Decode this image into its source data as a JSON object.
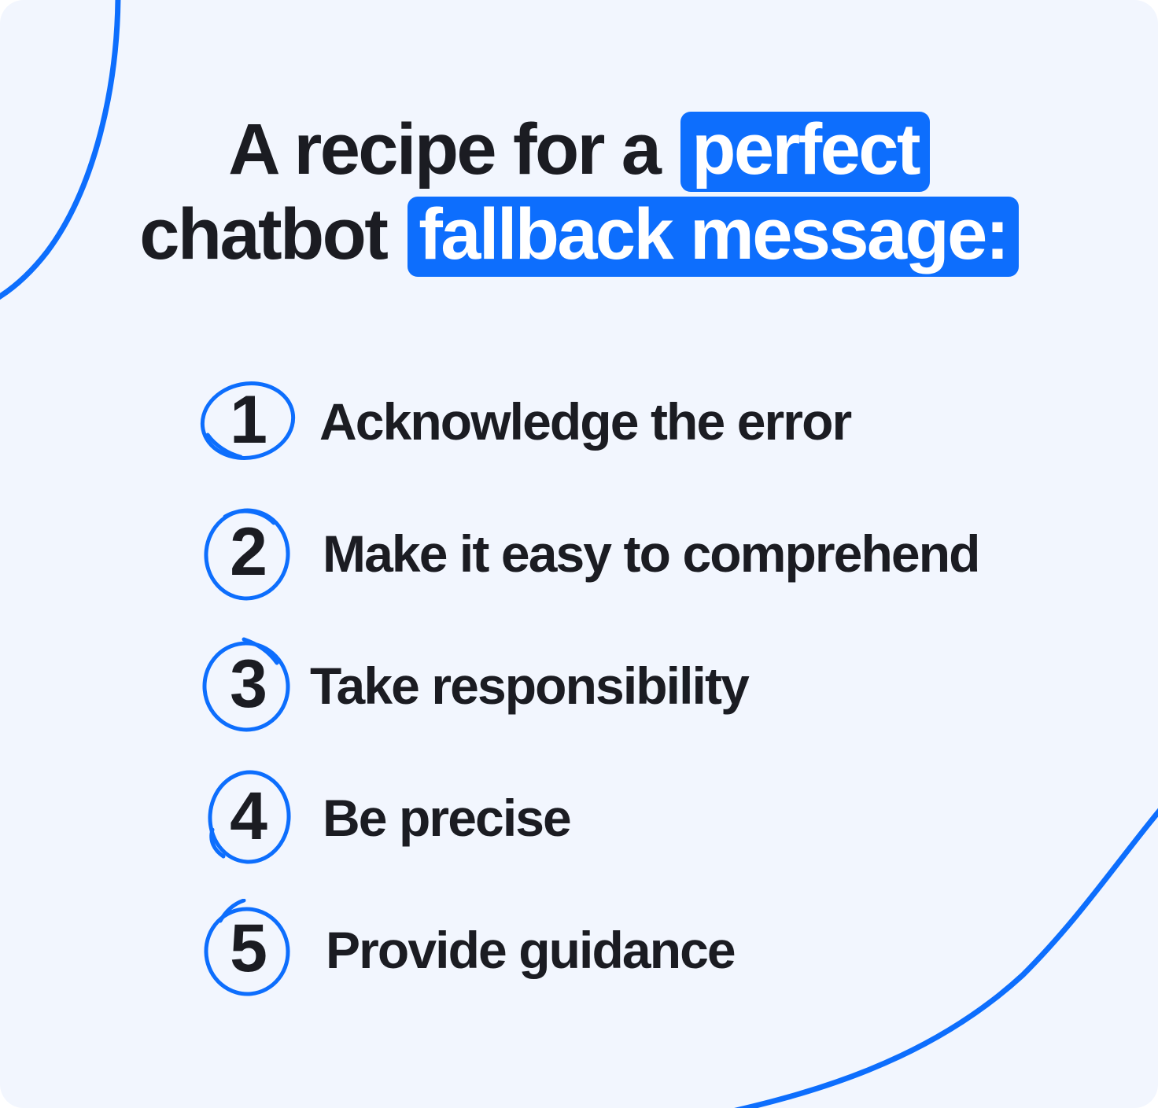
{
  "theme": {
    "background": "#f2f6fe",
    "accent": "#0d6efd",
    "text": "#1b1c22",
    "highlight_text": "#ffffff",
    "page_outside": "#ffffff"
  },
  "title": {
    "line1_plain": "A recipe for a ",
    "line1_highlight": "perfect",
    "line2_plain": "chatbot ",
    "line2_highlight": "fallback message:"
  },
  "list": {
    "items": [
      {
        "number": "1",
        "label": "Acknowledge the error"
      },
      {
        "number": "2",
        "label": "Make it easy to comprehend"
      },
      {
        "number": "3",
        "label": "Take responsibility"
      },
      {
        "number": "4",
        "label": "Be precise"
      },
      {
        "number": "5",
        "label": "Provide guidance"
      }
    ]
  },
  "decorations": {
    "top_left_curve": "blue-swoosh-curve",
    "bottom_right_curve": "blue-swoosh-curve",
    "marker_shape": "hand-drawn-circle"
  }
}
